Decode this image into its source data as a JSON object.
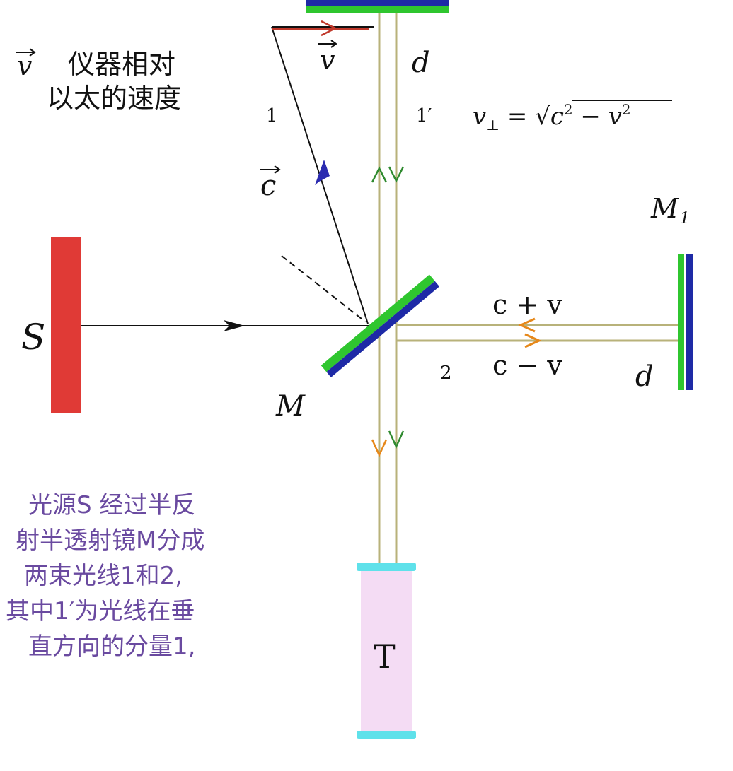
{
  "colors": {
    "source": "#e03a36",
    "mirror_green": "#2fc62f",
    "mirror_blue": "#1e2aa6",
    "beam": "#b8b27a",
    "ray": "#111111",
    "arrow_blue": "#2b2bb0",
    "arrow_green": "#2f8a2f",
    "arrow_orange": "#e6881a",
    "arrow_red": "#c0392b",
    "detector": "#f4dcf4",
    "detector_cap": "#5fe1ea",
    "note_text": "#6a4aa0"
  },
  "labels": {
    "source": "S",
    "splitter": "M",
    "mirror_right": "M",
    "mirror_right_sub": "1",
    "detector": "T",
    "arm_top_length": "d",
    "arm_right_length": "d",
    "ray_1": "1",
    "ray_1prime": "1′",
    "ray_2": "2",
    "velocity_top": "v",
    "velocity_c": "c",
    "speed_toward": "c  + v",
    "speed_back": "c  − v",
    "formula_lhs": "v",
    "formula_sub": "⊥",
    "formula_eq": " = √",
    "formula_c": "c",
    "formula_minus": " − ",
    "formula_v": "v",
    "formula_exp": "2"
  },
  "legend": {
    "symbol": "v",
    "line1": "仪器相对",
    "line2": "以太的速度"
  },
  "note_lines": [
    "光源S 经过半反",
    "射半透射镜M分成",
    "两束光线1和2,",
    "其中1′为光线在垂",
    "直方向的分量1,"
  ],
  "icons": {
    "vector_arrow": "right-arrow-accent",
    "ray_arrow": "triangle-arrowhead"
  }
}
